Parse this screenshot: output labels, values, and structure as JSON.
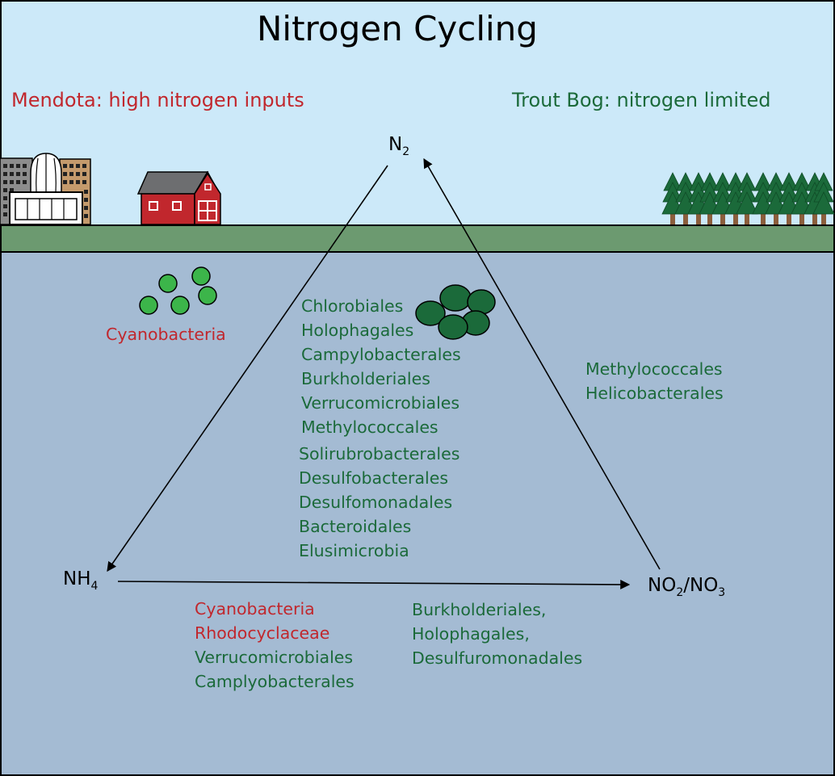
{
  "title": "Nitrogen Cycling",
  "lakes": {
    "mendota": "Mendota: high nitrogen inputs",
    "troutbog": "Trout Bog: nitrogen limited"
  },
  "nodes": {
    "n2": {
      "base": "N",
      "sub": "2"
    },
    "nh4": {
      "base": "NH",
      "sub": "4"
    },
    "no": {
      "base1": "NO",
      "sub1": "2",
      "mid": "/NO",
      "sub2": "3"
    }
  },
  "cyanobacteria_label": "Cyanobacteria",
  "fixation_taxa_a": [
    "Chlorobiales",
    "Holophagales",
    "Campylobacterales",
    "Burkholderiales",
    "Verrucomicrobiales",
    "Methylococcales"
  ],
  "fixation_taxa_b": [
    "Solirubrobacterales",
    "Desulfobacterales",
    "Desulfomonadales",
    "Bacteroidales",
    "Elusimicrobia"
  ],
  "denitrification_taxa": [
    "Methylococcales",
    "Helicobacterales"
  ],
  "nitrification_red": [
    "Cyanobacteria",
    "Rhodocyclaceae"
  ],
  "nitrification_green": [
    "Verrucomicrobiales",
    "Camplyobacterales"
  ],
  "nitrification_right": [
    "Burkholderiales,",
    "Holophagales,",
    "Desulfuromonadales"
  ],
  "colors": {
    "sky": "#cce9f9",
    "ground": "#6c9a70",
    "water": "#a4bbd3",
    "mendota_text": "#c1272d",
    "troutbog_text": "#1b6a3a",
    "cyano_cell": "#3cb54a",
    "bog_cell": "#1b6a3a",
    "barn": "#c1272d"
  }
}
